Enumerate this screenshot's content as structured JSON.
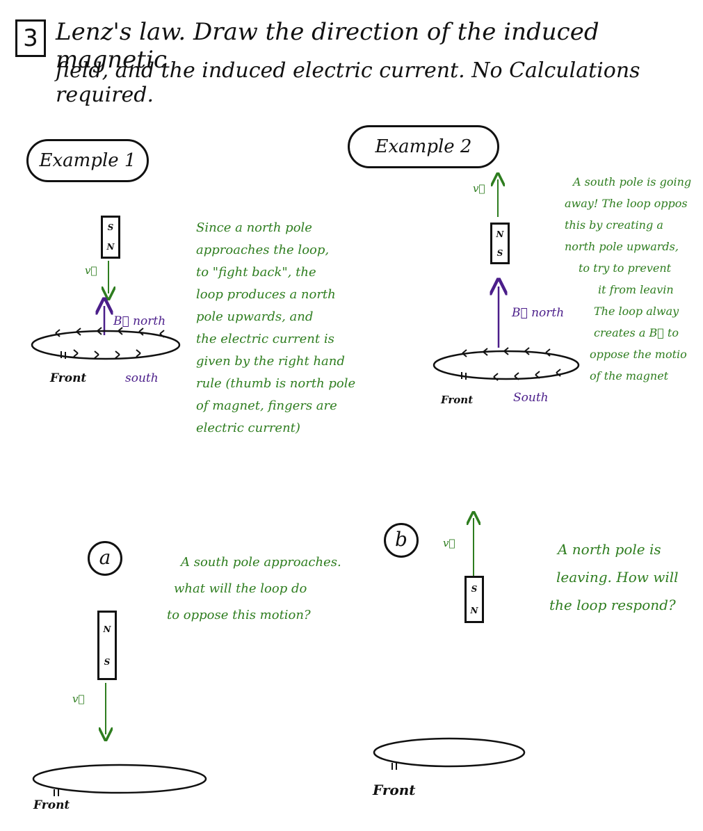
{
  "problem": {
    "number": "3",
    "title_line1": "Lenz's law. Draw the direction of the induced magnetic",
    "title_line2": "field, and the induced electric current. No Calculations required."
  },
  "example1": {
    "label": "Example 1",
    "magnet_top": "S",
    "magnet_bottom": "N",
    "velocity_label": "v⃗",
    "field_label": "B⃗ north",
    "front_label": "Front",
    "bottom_pole_label": "south",
    "explanation": [
      "Since a north pole",
      "approaches the loop,",
      "to \"fight back\", the",
      "loop produces a north",
      "pole upwards, and",
      "the electric current is",
      "given by the right hand",
      "rule (thumb is north pole",
      "of magnet, fingers are",
      "electric current)"
    ]
  },
  "example2": {
    "label": "Example 2",
    "magnet_top": "N",
    "magnet_bottom": "S",
    "velocity_label": "v⃗",
    "field_label": "B⃗ north",
    "front_label": "Front",
    "bottom_pole_label": "South",
    "explanation": [
      "A south pole is going",
      "away! The loop oppos",
      "this by creating a",
      "north pole upwards,",
      "to try to prevent",
      "it from leavin",
      "The loop alway",
      "creates a B⃗ to",
      "oppose the motio",
      "of the magnet"
    ]
  },
  "part_a": {
    "label": "a",
    "magnet_top": "N",
    "magnet_bottom": "S",
    "velocity_label": "v⃗",
    "front_label": "Front",
    "question": [
      "A south pole approaches.",
      "what will the loop do",
      "to oppose this motion?"
    ]
  },
  "part_b": {
    "label": "b",
    "magnet_top": "S",
    "magnet_bottom": "N",
    "velocity_label": "v⃗",
    "front_label": "Front",
    "question": [
      "A north pole is",
      "leaving. How will",
      "the loop respond?"
    ]
  },
  "colors": {
    "ink": "#111111",
    "green": "#2e7d1f",
    "purple": "#4b1e8a"
  }
}
